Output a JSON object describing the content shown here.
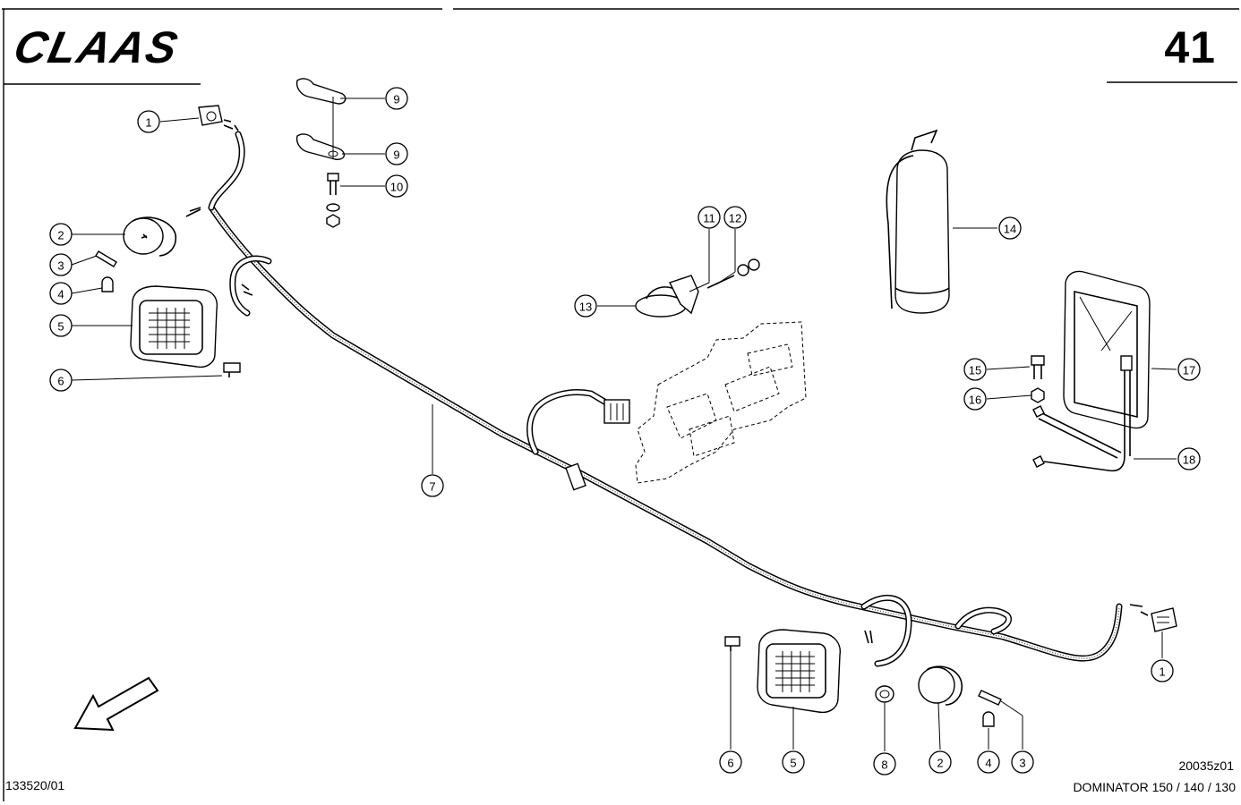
{
  "header": {
    "brand": "CLAAS",
    "page_number": "41"
  },
  "footer": {
    "doc_number": "133520/01",
    "drawing_code": "20035z01",
    "model": "DOMINATOR 150 / 140 / 130"
  },
  "callouts": [
    {
      "label": "1"
    },
    {
      "label": "2"
    },
    {
      "label": "3"
    },
    {
      "label": "4"
    },
    {
      "label": "5"
    },
    {
      "label": "6"
    },
    {
      "label": "9"
    },
    {
      "label": "9"
    },
    {
      "label": "10"
    },
    {
      "label": "7"
    },
    {
      "label": "11"
    },
    {
      "label": "12"
    },
    {
      "label": "13"
    },
    {
      "label": "14"
    },
    {
      "label": "15"
    },
    {
      "label": "16"
    },
    {
      "label": "17"
    },
    {
      "label": "18"
    },
    {
      "label": "6"
    },
    {
      "label": "5"
    },
    {
      "label": "8"
    },
    {
      "label": "2"
    },
    {
      "label": "4"
    },
    {
      "label": "3"
    },
    {
      "label": "1"
    }
  ]
}
